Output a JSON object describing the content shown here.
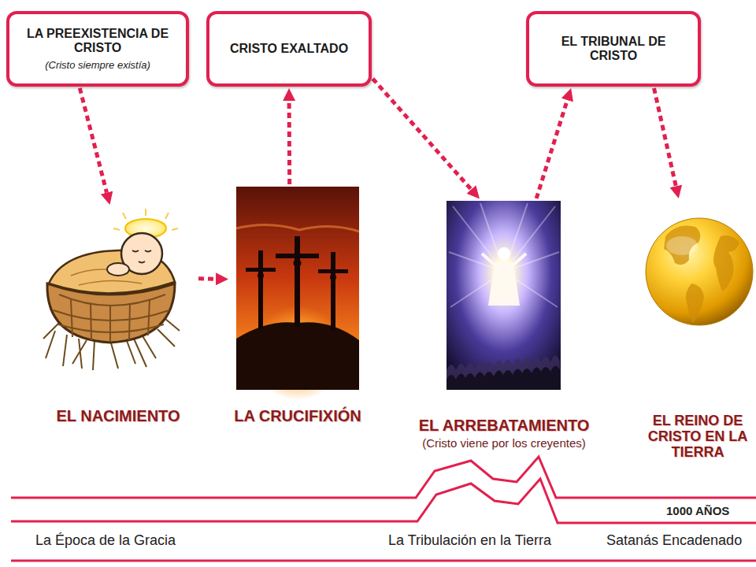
{
  "diagram": {
    "nodes": [
      {
        "text": [
          "LA PREEXISTENCIA DE CRISTO",
          "(Cristo siempre existía)"
        ]
      },
      {
        "text": [
          "CRISTO EXALTADO"
        ]
      },
      {
        "text": [
          "EL TRIBUNAL DE CRISTO"
        ]
      },
      {
        "text": [
          "EL NACIMIENTO"
        ]
      },
      {
        "text": [
          "LA CRUCIFIXIÓN"
        ]
      },
      {
        "text": [
          "EL ARREBATAMIENTO",
          "(Cristo viene por los creyentes)"
        ]
      },
      {
        "text": [
          "EL REINO DE CRISTO EN LA TIERRA"
        ]
      }
    ],
    "edges": [
      {
        "from": 0,
        "to": 3,
        "arrow": "to"
      },
      {
        "from": 3,
        "to": 4,
        "arrow": "to"
      },
      {
        "from": 4,
        "to": 1,
        "arrow": "to"
      },
      {
        "from": 1,
        "to": 5,
        "arrow": "to"
      },
      {
        "from": 5,
        "to": 2,
        "arrow": "to"
      },
      {
        "from": 2,
        "to": 6,
        "arrow": "to"
      }
    ],
    "labels": [
      "1000 AÑOS",
      "La Época de la Gracia",
      "La Tribulación en la Tierra",
      "Satanás Encadenado"
    ]
  }
}
